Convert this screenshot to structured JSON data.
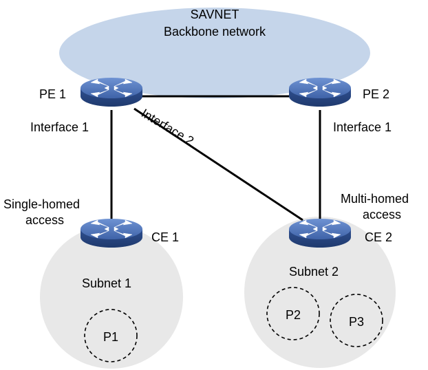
{
  "backbone": {
    "title_line1": "SAVNET",
    "title_line2": "Backbone network",
    "fill": "#c5d5ea"
  },
  "devices": {
    "pe1": {
      "label": "PE 1",
      "interface_label": "Interface 1"
    },
    "pe2": {
      "label": "PE 2",
      "interface_label": "Interface 1"
    },
    "ce1": {
      "label": "CE 1"
    },
    "ce2": {
      "label": "CE 2"
    }
  },
  "links": {
    "pe1_ce2_interface_label": "Interface 2"
  },
  "access": {
    "single_homed_line1": "Single-homed",
    "single_homed_line2": "access",
    "multi_homed_line1": "Multi-homed",
    "multi_homed_line2": "access"
  },
  "subnets": {
    "subnet1": {
      "label": "Subnet 1",
      "prefixes": [
        "P1"
      ]
    },
    "subnet2": {
      "label": "Subnet 2",
      "prefixes": [
        "P2",
        "P3"
      ]
    },
    "fill": "#e8e8e8"
  },
  "colors": {
    "router_top": "#4a6fb5",
    "router_side": "#2f4f8f",
    "router_arrows": "#ffffff",
    "link": "#000000"
  }
}
